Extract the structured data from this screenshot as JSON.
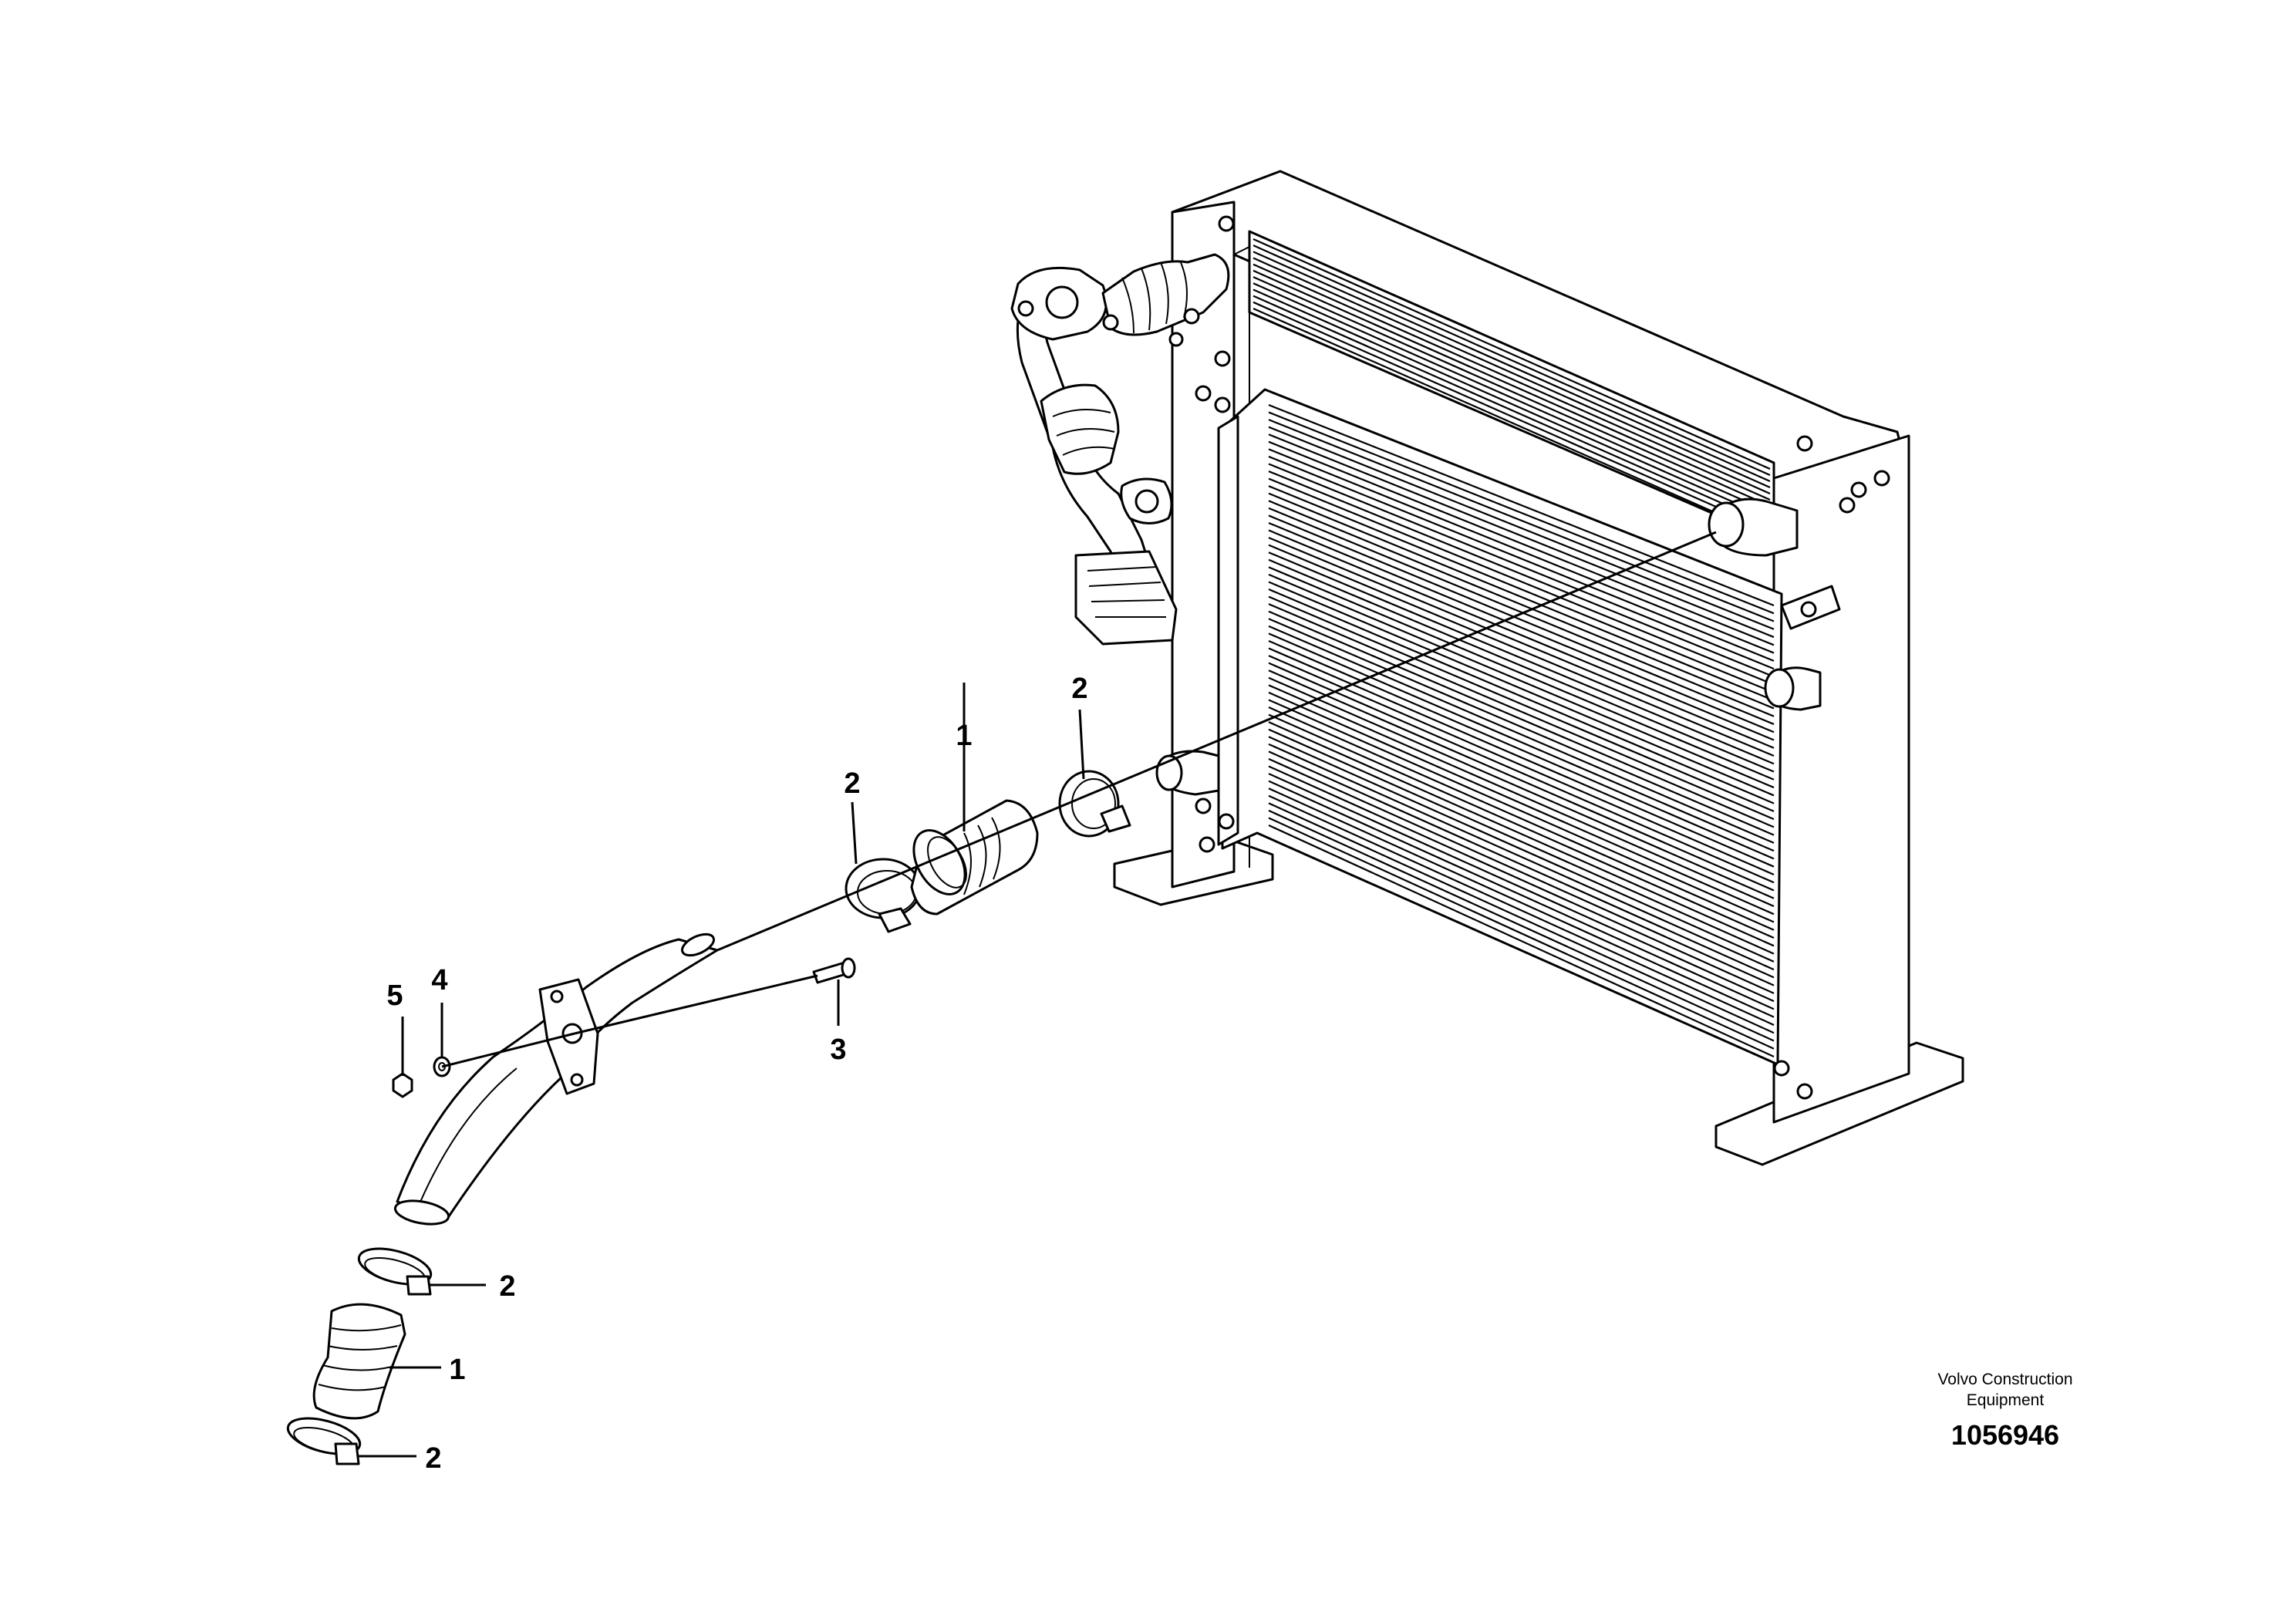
{
  "diagram": {
    "callouts": [
      {
        "id": "c1",
        "label": "1"
      },
      {
        "id": "c2",
        "label": "1"
      },
      {
        "id": "c3",
        "label": "2"
      },
      {
        "id": "c4",
        "label": "2"
      },
      {
        "id": "c5",
        "label": "2"
      },
      {
        "id": "c6",
        "label": "2"
      },
      {
        "id": "c7",
        "label": "3"
      },
      {
        "id": "c8",
        "label": "4"
      },
      {
        "id": "c9",
        "label": "5"
      }
    ]
  },
  "caption": {
    "line1": "Volvo Construction",
    "line2": "Equipment",
    "number": "1056946"
  }
}
